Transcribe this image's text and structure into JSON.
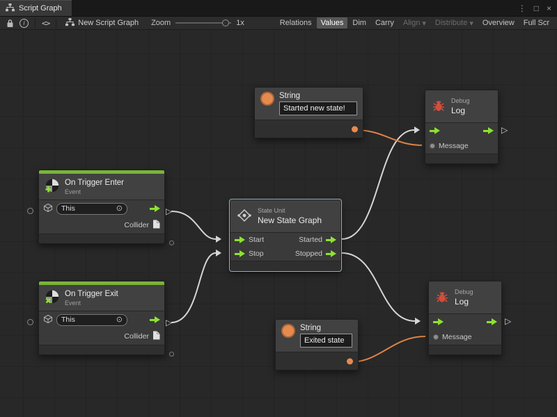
{
  "tab": {
    "title": "Script Graph"
  },
  "icons": {
    "target": "⊙",
    "out_triangle": "▷",
    "menu": "⋮",
    "maximize": "□",
    "close": "×",
    "caret": "▾",
    "code": "<>"
  },
  "toolbar": {
    "graph_label": "New Script Graph",
    "zoom_label": "Zoom",
    "zoom_value": "1x",
    "buttons": {
      "relations": "Relations",
      "values": "Values",
      "dim": "Dim",
      "carry": "Carry",
      "align": "Align",
      "distribute": "Distribute",
      "overview": "Overview",
      "fullscreen": "Full Scr"
    }
  },
  "nodes": {
    "string_top": {
      "title": "String",
      "value": "Started new state!"
    },
    "debug_top": {
      "kind": "Debug",
      "title": "Log",
      "message": "Message"
    },
    "trigger_enter": {
      "title": "On Trigger Enter",
      "subtitle": "Event",
      "target_value": "This",
      "output_label": "Collider"
    },
    "state_unit": {
      "kind": "State Unit",
      "title": "New State Graph",
      "start": "Start",
      "stop": "Stop",
      "started": "Started",
      "stopped": "Stopped"
    },
    "trigger_exit": {
      "title": "On Trigger Exit",
      "subtitle": "Event",
      "target_value": "This",
      "output_label": "Collider"
    },
    "string_bottom": {
      "title": "String",
      "value": "Exited state"
    },
    "debug_bottom": {
      "kind": "Debug",
      "title": "Log",
      "message": "Message"
    }
  },
  "colors": {
    "event_bar": "#7ab33a",
    "port_green": "#8ce32f",
    "value_orange": "#e68a4e",
    "wire_white": "#d6d6d6",
    "wire_orange": "#de8346",
    "bug_red": "#d24e3c",
    "selection": "#93b7c9"
  }
}
